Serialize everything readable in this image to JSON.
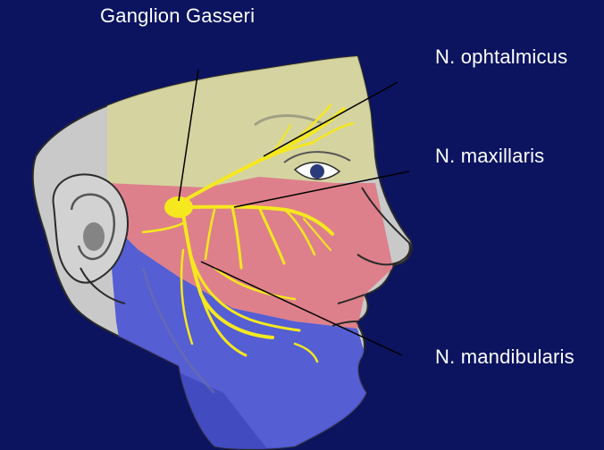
{
  "colors": {
    "background": "#0c1460",
    "label_text": "#ffffff",
    "ophthalmic_zone": "#d6d59b",
    "maxillary_zone": "#e07a86",
    "mandibular_zone": "#4b55d4",
    "nerve": "#f5e81e",
    "skin": "#c9c9c9"
  },
  "labels": {
    "ganglion": "Ganglion Gasseri",
    "ophthalmic": "N. ophtalmicus",
    "maxillary": "N. maxillaris",
    "mandibular": "N. mandibularis"
  }
}
